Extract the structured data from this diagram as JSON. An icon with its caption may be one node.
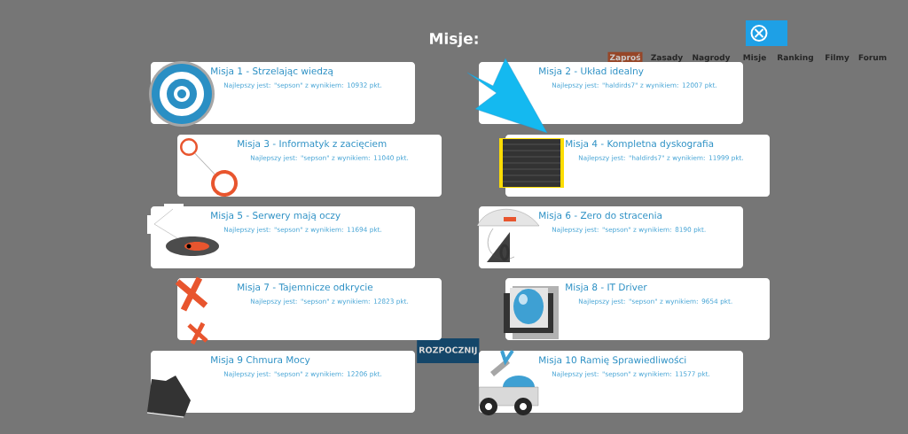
{
  "diagram": {
    "title": "Misje:",
    "nodes": [
      {
        "text": [
          "Misja 1 - Strzelając wiedzą",
          "Najlepszy jest: \"sepson\" z wynikiem: 10932 pkt."
        ]
      },
      {
        "text": [
          "Misja 2 - Układ idealny",
          "Najlepszy jest: \"haldirds7\" z wynikiem: 12007 pkt."
        ]
      },
      {
        "text": [
          "Misja 3 -  Informatyk z zacięciem",
          "Najlepszy jest: \"sepson\" z wynikiem: 11040 pkt."
        ]
      },
      {
        "text": [
          "Misja 4 - Kompletna dyskografia",
          "Najlepszy jest: \"haldirds7\" z wynikiem: 11999 pkt."
        ]
      },
      {
        "text": [
          "Misja 5 - Serwery mają oczy",
          "Najlepszy jest: \"sepson\" z wynikiem: 11694 pkt."
        ]
      },
      {
        "text": [
          "Misja 6 - Zero do stracenia",
          "Najlepszy jest: \"sepson\" z wynikiem: 8190 pkt."
        ]
      },
      {
        "text": [
          "Misja 7 - Tajemnicze odkrycie",
          "Najlepszy jest: \"sepson\" z wynikiem: 12823 pkt."
        ]
      },
      {
        "text": [
          "Misja 8 - IT Driver",
          "Najlepszy jest: \"sepson\" z wynikiem: 9654 pkt."
        ]
      },
      {
        "text": [
          "Misja 9  Chmura Mocy",
          "Najlepszy jest: \"sepson\" z wynikiem: 12206 pkt."
        ]
      },
      {
        "text": [
          "Misja 10  Ramię Sprawiedliwości",
          "Najlepszy jest: \"sepson\" z wynikiem: 11577 pkt."
        ]
      }
    ],
    "labels": [
      "Zaproś",
      "Zasady",
      "Nagrody",
      "Misje",
      "Ranking",
      "Filmy",
      "Forum",
      "ROZPOCZNIJ"
    ]
  }
}
